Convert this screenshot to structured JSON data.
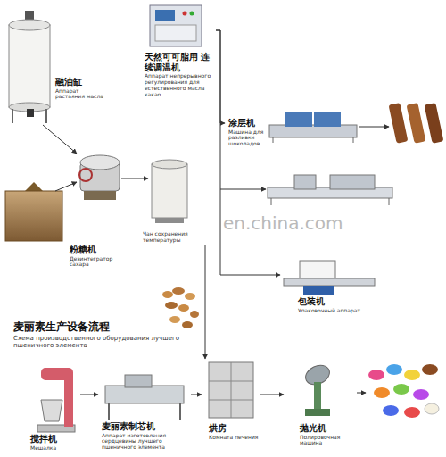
{
  "diagram": {
    "title": "麦丽素生产设备流程",
    "nodes": [
      {
        "text": [
          "融油缸",
          "Аппарат растаяния масла"
        ]
      },
      {
        "text": [
          "天然可可脂用 连续调温机",
          "Аппарат непрерывного регулирования для естественного масла какао"
        ]
      },
      {
        "text": [
          "涂层机",
          "Машина для разливки шоколадов"
        ]
      },
      {
        "text": [
          "粉糖机",
          "Дезинтегратор сахара"
        ]
      },
      {
        "text": [
          "Чан сохранения температуры"
        ]
      },
      {
        "text": [
          "包装机",
          "Упаковочный аппарат"
        ]
      },
      {
        "text": [
          "搅拌机",
          "Мешалка"
        ]
      },
      {
        "text": [
          "麦丽素制芯机",
          "Аппарат изготовления сердцевины лучшего пшеничного элемента"
        ]
      },
      {
        "text": [
          "烘房",
          "Комната печения"
        ]
      },
      {
        "text": [
          "抛光机",
          "Полировочная машина"
        ]
      }
    ],
    "edges": [
      {
        "from": 1,
        "to": 2,
        "arrow": "to"
      },
      {
        "from": 1,
        "to": 5,
        "arrow": "to"
      },
      {
        "from": 4,
        "to": 8,
        "arrow": "to"
      },
      {
        "from": 6,
        "to": 7,
        "arrow": "to"
      },
      {
        "from": 7,
        "to": 8,
        "arrow": "to"
      },
      {
        "from": 8,
        "to": 9,
        "arrow": "to"
      }
    ],
    "labels": [
      "Схема производственного оборудования лучшего пшеничного элемента",
      "en.china.com"
    ]
  }
}
